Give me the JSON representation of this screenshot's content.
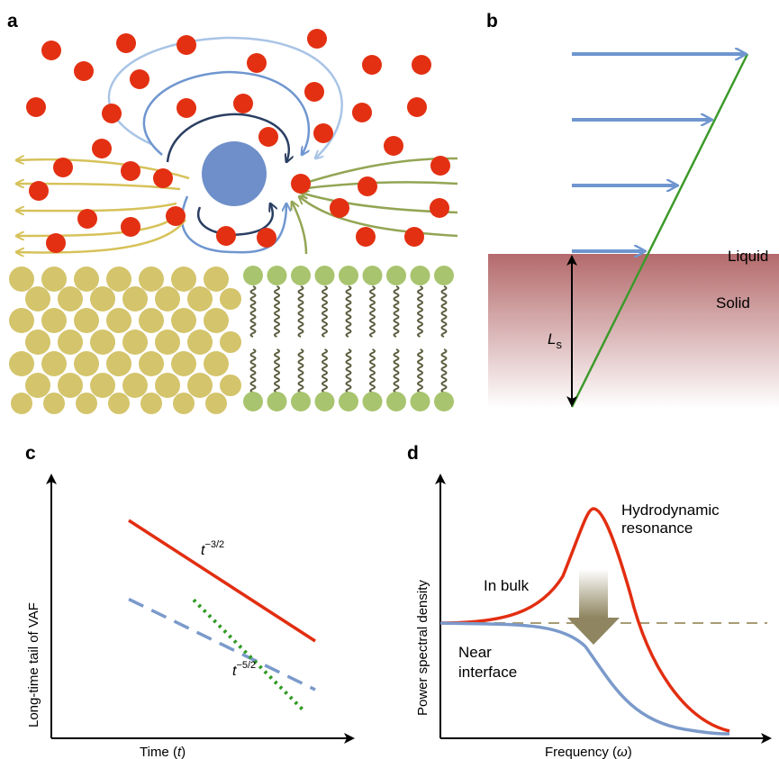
{
  "panels": {
    "a": {
      "letter": "a"
    },
    "b": {
      "letter": "b",
      "liquid_label": "Liquid",
      "solid_label": "Solid",
      "slip_length_label": "L",
      "slip_length_sub": "s"
    },
    "c": {
      "letter": "c",
      "ylabel": "Long-time tail of VAF",
      "xlabel_pre": "Time (",
      "xlabel_var": "t",
      "xlabel_post": ")",
      "annot_top_base": "t",
      "annot_top_exp": "−3/2",
      "annot_bottom_base": "t",
      "annot_bottom_exp": "−5/2"
    },
    "d": {
      "letter": "d",
      "ylabel": "Power spectral density",
      "xlabel_pre": "Frequency (",
      "xlabel_var": "ω",
      "xlabel_post": ")",
      "bulk_label": "In bulk",
      "resonance_label_1": "Hydrodynamic",
      "resonance_label_2": "resonance",
      "interface_label_1": "Near",
      "interface_label_2": "interface"
    }
  },
  "colors": {
    "red_particle": "#e33012",
    "blue_particle": "#6e8fc9",
    "gold_particle": "#d4c46b",
    "green_particle": "#a8c46e",
    "lipid_tail": "#5a5a3c",
    "arrow_blue": "#6f96cf",
    "arrow_lightblue": "#a9c4e6",
    "arrow_navy": "#2b3f63",
    "arrow_gold": "#d6c25a",
    "arrow_olive": "#93a554",
    "shear_line": "#3d9a2b",
    "solid_top": "#b46a6c",
    "solid_bottom": "#ffffff",
    "red_line": "#e22e11",
    "blue_dash": "#7b9acb",
    "green_dot": "#2f9a22",
    "baseline_dash": "#a89b74"
  },
  "chart_data": [
    {
      "type": "line",
      "panel": "c",
      "series": [
        {
          "name": "t−3/2",
          "style": "solid",
          "x": [
            0,
            1
          ],
          "y": [
            1.0,
            0.0
          ]
        },
        {
          "style": "dashed",
          "x": [
            0,
            1
          ],
          "y": [
            0.75,
            0.0
          ]
        },
        {
          "name": "t−5/2",
          "style": "dotted",
          "x": [
            0,
            1
          ],
          "y": [
            0.75,
            0.0
          ]
        }
      ],
      "xlabel": "Time (t)",
      "ylabel": "Long-time tail of VAF",
      "grid": false
    },
    {
      "type": "line",
      "panel": "d",
      "series": [
        {
          "name": "In bulk",
          "style": "solid"
        },
        {
          "name": "Near interface",
          "style": "solid"
        },
        {
          "style": "dashed"
        }
      ],
      "xlabel": "Frequency (ω)",
      "ylabel": "Power spectral density",
      "grid": false
    }
  ]
}
